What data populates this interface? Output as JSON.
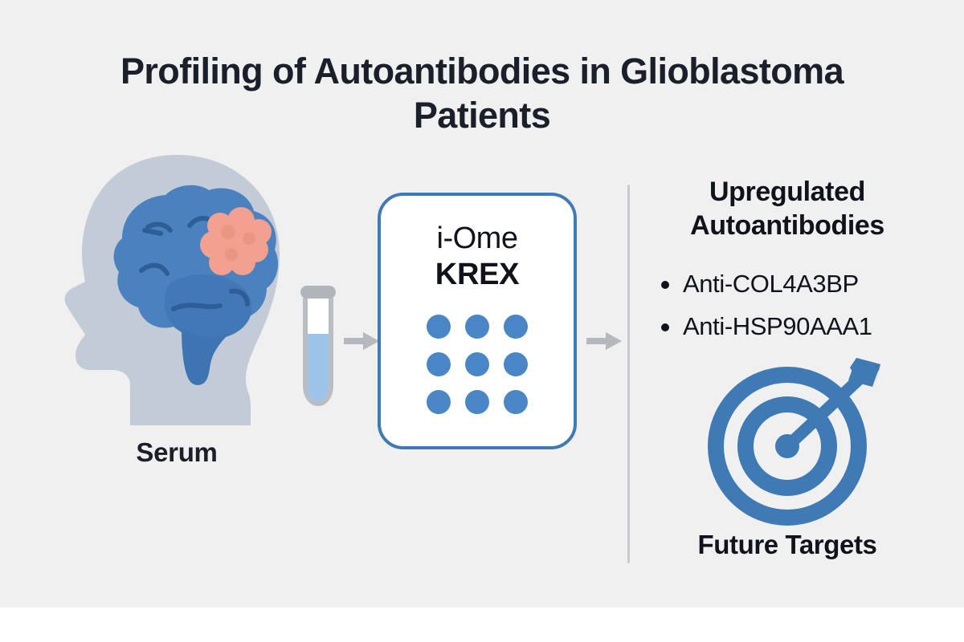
{
  "figure": {
    "title": "Profiling of Autoantibodies in Glioblastoma Patients",
    "background_color": "#f0f0f0",
    "accent_blue": "#4a86c5",
    "border_blue": "#3f7ab5",
    "tumor_color": "#f2a08f",
    "brain_color": "#4a82c0",
    "head_color": "#c3ccd6",
    "text_color": "#10131c",
    "arrow_color": "#b5b8bd",
    "divider_color": "#c9cbcf"
  },
  "stage_serum": {
    "label": "Serum",
    "head_icon": "head-silhouette-icon",
    "brain_icon": "brain-icon",
    "tumor_icon": "tumor-icon",
    "tube_icon": "test-tube-icon"
  },
  "arrows": {
    "first": "arrow-right-icon",
    "second": "arrow-right-icon"
  },
  "stage_assay": {
    "line_1": "i-Ome",
    "line_2": "KREX",
    "dot_count": 9,
    "dot_grid_icon": "microarray-dot-grid-icon"
  },
  "stage_results": {
    "heading": "Upregulated Autoantibodies",
    "antibodies": [
      "Anti-COL4A3BP",
      "Anti-HSP90AAA1"
    ]
  },
  "stage_targets": {
    "label": "Future Targets",
    "icon": "target-bullseye-arrow-icon"
  }
}
